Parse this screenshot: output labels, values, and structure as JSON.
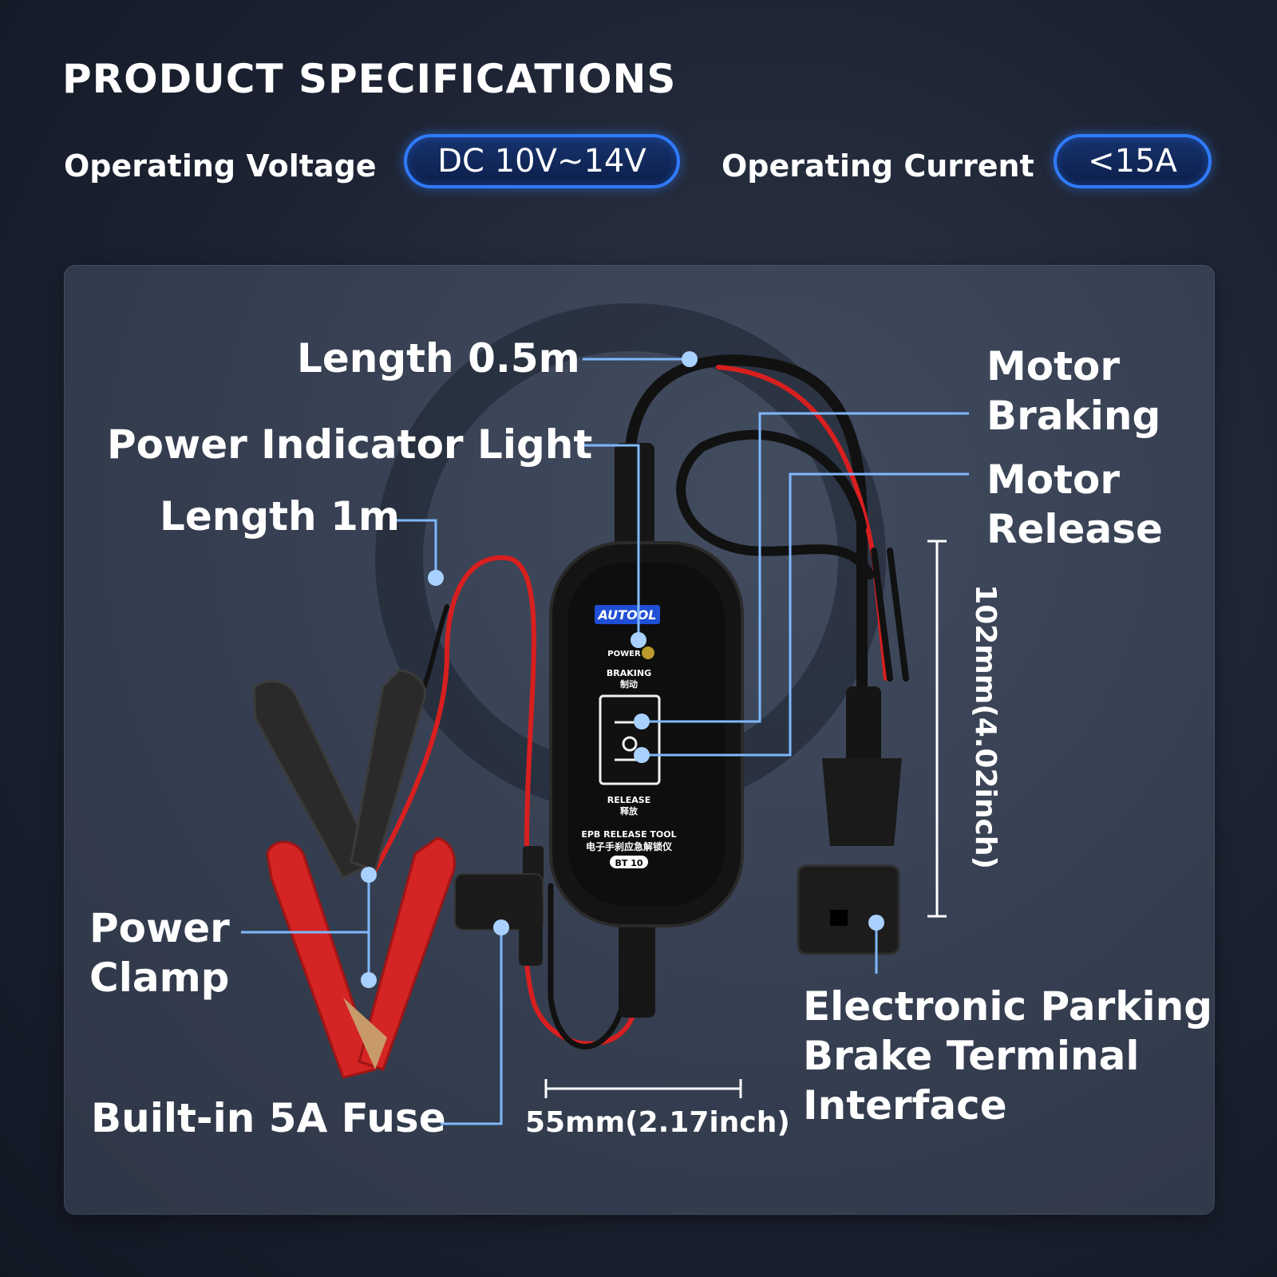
{
  "header": {
    "title": "PRODUCT SPECIFICATIONS",
    "specs": [
      {
        "label": "Operating Voltage",
        "value": "DC 10V~14V"
      },
      {
        "label": "Operating Current",
        "value": "<15A"
      }
    ]
  },
  "callouts": {
    "length_short": "Length 0.5m",
    "power_indicator": "Power Indicator Light",
    "length_long": "Length 1m",
    "motor_braking": "Motor\nBraking",
    "motor_release": "Motor\nRelease",
    "power_clamp": "Power\nClamp",
    "fuse": "Built-in 5A Fuse",
    "epb_terminal": "Electronic Parking\nBrake Terminal\nInterface"
  },
  "dimensions": {
    "height": "102mm(4.02inch)",
    "width": "55mm(2.17inch)"
  },
  "device": {
    "brand": "AUTOOL",
    "power": "POWER",
    "braking": "BRAKING",
    "braking_cn": "制动",
    "release": "RELEASE",
    "release_cn": "释放",
    "product_name": "EPB RELEASE TOOL",
    "product_name_cn": "电子手刹应急解锁仪",
    "model": "BT 10"
  },
  "colors": {
    "accent_blue": "#2f7bff",
    "leader_line": "#7fb8ff",
    "cable_red": "#e02020",
    "device_body": "#141414"
  }
}
